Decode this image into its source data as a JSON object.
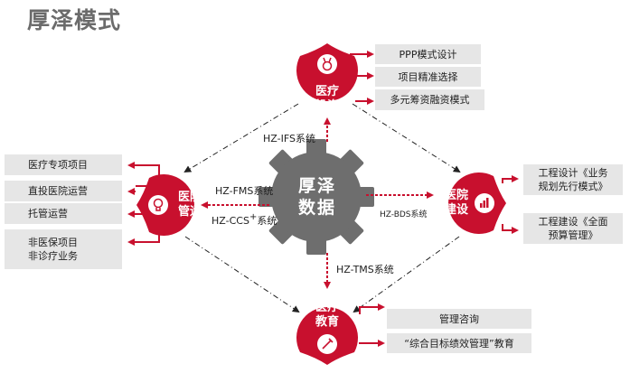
{
  "title": "厚泽模式",
  "center": {
    "line1": "厚泽",
    "line2": "数据"
  },
  "nodes": {
    "investment": {
      "line1": "医疗",
      "line2": "投资",
      "icon": "medal-icon"
    },
    "hospital_ops": {
      "line1": "医院",
      "line2": "管运",
      "icon": "lightbulb-icon"
    },
    "construction": {
      "line1": "医院",
      "line2": "建设",
      "icon": "bar-chart-icon"
    },
    "education": {
      "line1": "医疗",
      "line2": "教育",
      "icon": "pencil-icon"
    }
  },
  "systems": {
    "ifs": "HZ-IFS系统",
    "fms": "HZ-FMS系统",
    "ccs": "HZ-CCS",
    "ccs_suffix": "系统",
    "bds": "HZ-BDS系统",
    "tms": "HZ-TMS系统"
  },
  "boxes": {
    "investment": [
      "PPP模式设计",
      "项目精准选择",
      "多元筹资融资模式"
    ],
    "hospital_ops": [
      "医疗专项项目",
      "直投医院运营",
      "托管运营"
    ],
    "hospital_ops_last": {
      "line1": "非医保项目",
      "line2": "非诊疗业务"
    },
    "construction": [
      {
        "line1": "工程设计《业务",
        "line2": "规划先行模式》"
      },
      {
        "line1": "工程建设《全面",
        "line2": "预算管理》"
      }
    ],
    "education": [
      "管理咨询",
      "“综合目标绩效管理”教育"
    ]
  },
  "colors": {
    "red": "#c8102e",
    "gear": "#6e6e6e",
    "box": "#e6e6e6",
    "title": "#6b6b6b"
  }
}
